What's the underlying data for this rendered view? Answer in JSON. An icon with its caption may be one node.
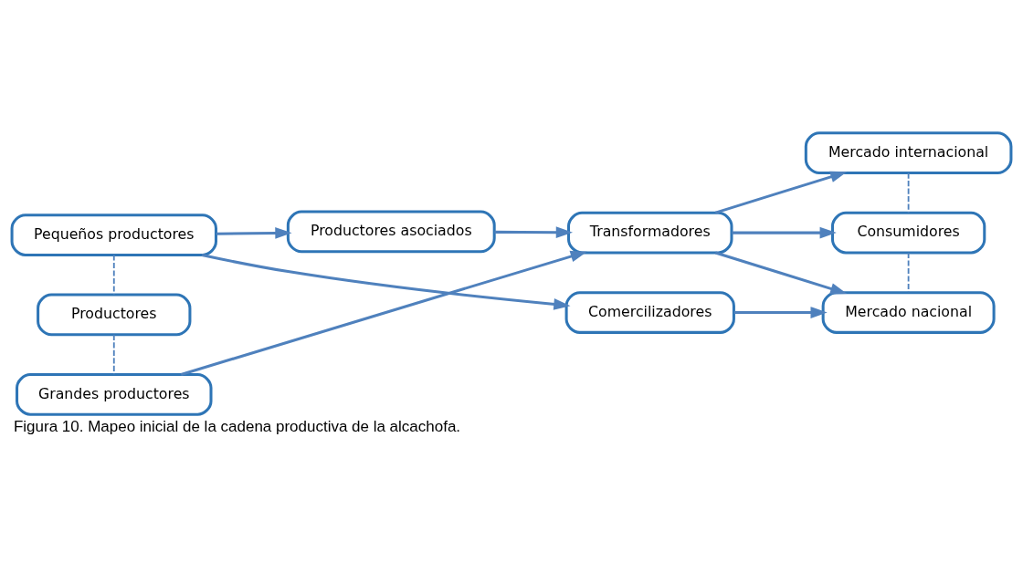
{
  "diagram": {
    "caption": "Figura 10. Mapeo inicial de la cadena productiva de la alcachofa.",
    "nodes": [
      {
        "text": [
          "Pequeños productores"
        ]
      },
      {
        "text": [
          "Productores asociados"
        ]
      },
      {
        "text": [
          "Productores"
        ]
      },
      {
        "text": [
          "Grandes productores"
        ]
      },
      {
        "text": [
          "Transformadores"
        ]
      },
      {
        "text": [
          "Comercilizadores"
        ]
      },
      {
        "text": [
          "Mercado internacional"
        ]
      },
      {
        "text": [
          "Consumidores"
        ]
      },
      {
        "text": [
          "Mercado nacional"
        ]
      }
    ],
    "edges": [
      {
        "from": 0,
        "to": 1,
        "arrow": "to"
      },
      {
        "from": 1,
        "to": 4,
        "arrow": "to"
      },
      {
        "from": 0,
        "to": 5,
        "arrow": "to"
      },
      {
        "from": 3,
        "to": 4,
        "arrow": "to"
      },
      {
        "from": 4,
        "to": 6,
        "arrow": "to"
      },
      {
        "from": 4,
        "to": 7,
        "arrow": "to"
      },
      {
        "from": 4,
        "to": 8,
        "arrow": "to"
      },
      {
        "from": 5,
        "to": 8,
        "arrow": "to"
      },
      {
        "from": 0,
        "to": 2,
        "arrow": "none",
        "style": "dashed"
      },
      {
        "from": 2,
        "to": 3,
        "arrow": "none",
        "style": "dashed"
      },
      {
        "from": 6,
        "to": 7,
        "arrow": "none",
        "style": "dashed"
      },
      {
        "from": 7,
        "to": 8,
        "arrow": "none",
        "style": "dashed"
      }
    ]
  }
}
